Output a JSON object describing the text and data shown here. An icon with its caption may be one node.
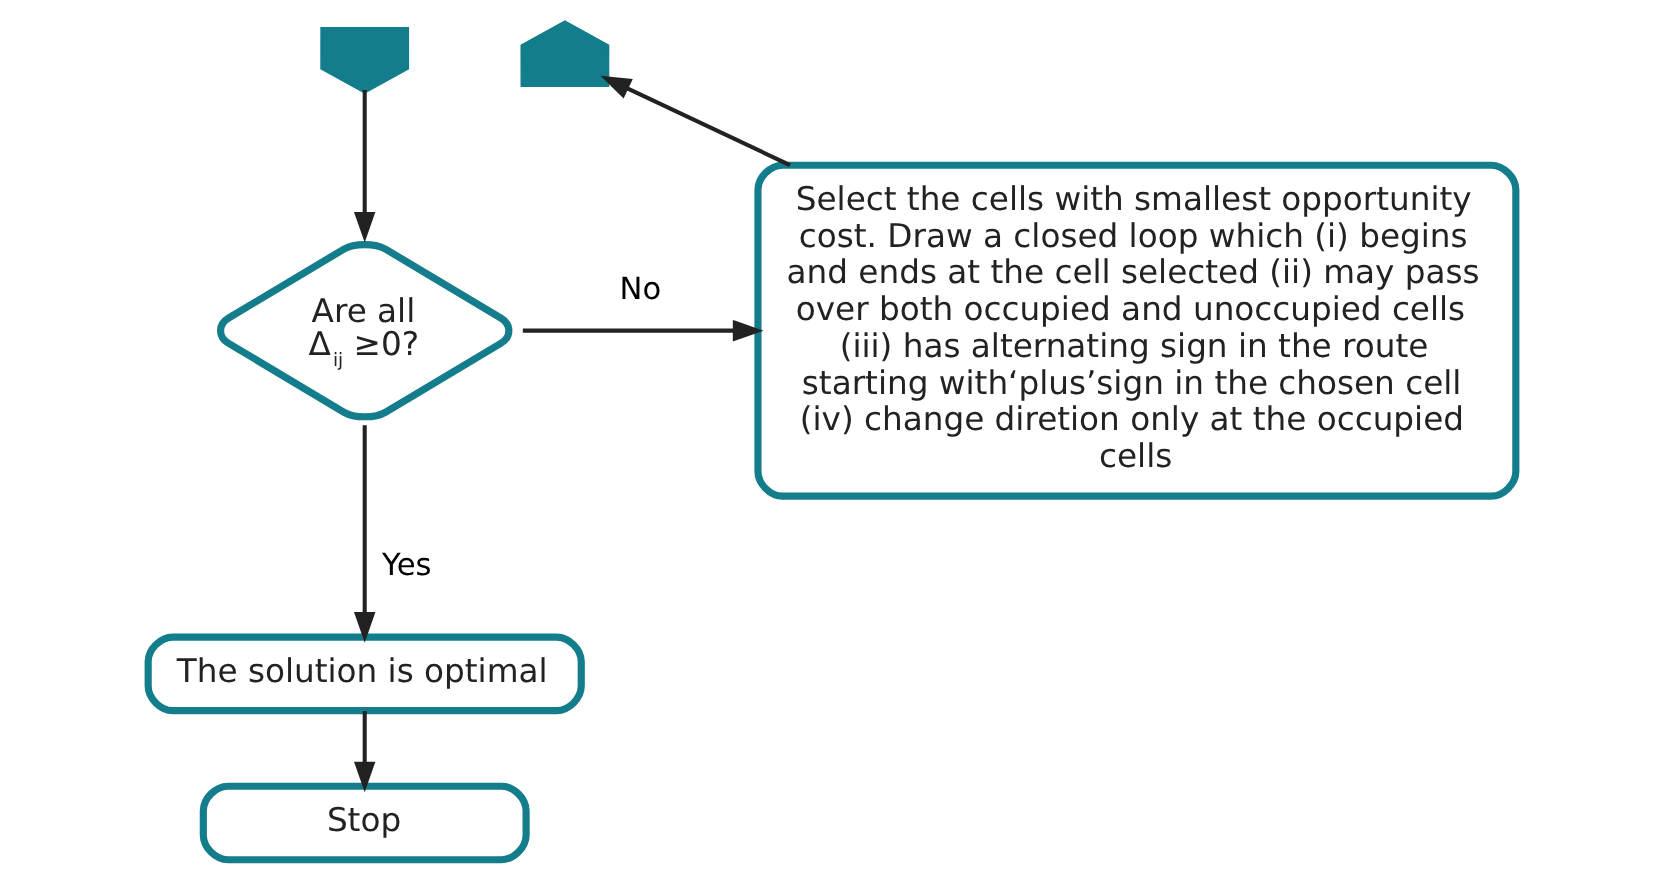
{
  "diagram": {
    "nodes": [
      {
        "text": [],
        "shape": "pentagon"
      },
      {
        "text": [
          "Are all Δ$_{ij}$ ≥0?"
        ]
      },
      {
        "text": [
          "Select the cells with smallest opportunity cost. Draw a closed loop which (i) begins and ends at the cell selected (ii) may pass over both occupied and unoccupied cells (iii) has alternating sign in the route starting with‘plus’sign in the chosen cell (iv) change diretion only at the occupied cells"
        ]
      },
      {
        "text": [],
        "shape": "pentagon"
      },
      {
        "text": [
          "The solution is optimal"
        ]
      },
      {
        "text": [
          "Stop"
        ]
      }
    ],
    "edges": [
      {
        "from": 0,
        "to": 1,
        "arrow": "to"
      },
      {
        "from": 1,
        "to": 2,
        "arrow": "to",
        "label": "No"
      },
      {
        "from": 2,
        "to": 3,
        "arrow": "to"
      },
      {
        "from": 1,
        "to": 4,
        "arrow": "to",
        "label": "Yes"
      },
      {
        "from": 4,
        "to": 5,
        "arrow": "to"
      }
    ]
  }
}
